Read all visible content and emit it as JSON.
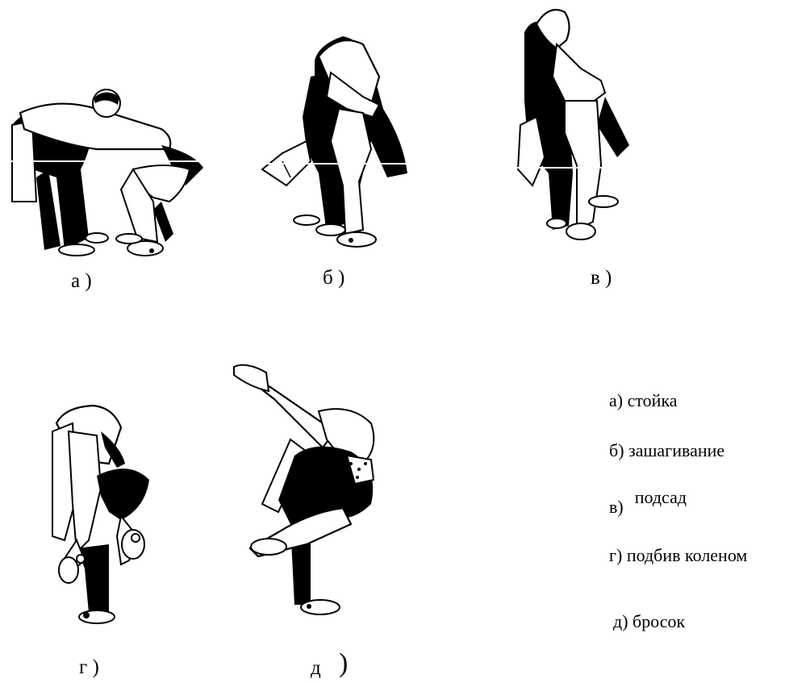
{
  "figure": {
    "captions": {
      "a": "а )",
      "b": "б )",
      "v": "в )",
      "g": "г )",
      "d": "д"
    },
    "caption_d_bracket": ")",
    "legend": {
      "a": "а) стойка",
      "b": "б) зашагивание",
      "v_prefix": "в)",
      "v_text": "подсад",
      "g": "г) подбив коленом",
      "d": "д) бросок"
    }
  }
}
